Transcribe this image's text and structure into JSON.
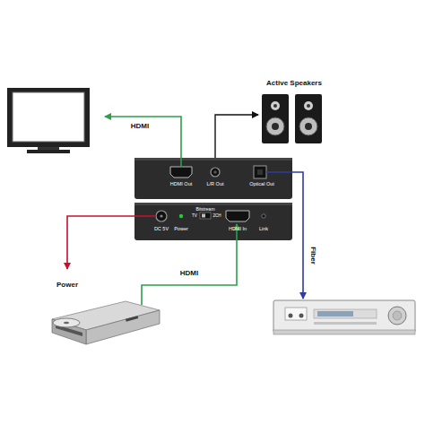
{
  "diagram": {
    "nodes": [
      {
        "text": [
          "HDMI Out",
          "L/R Out",
          "Optical Out"
        ]
      },
      {
        "text": [
          "DC 5V",
          "Power",
          "Bitstream",
          "TV",
          "2CH",
          "HDMI In",
          "Link"
        ]
      },
      {
        "text": [
          "Active Speakers"
        ]
      }
    ],
    "edges": [
      {
        "from": 0,
        "to": 2,
        "arrow": "to"
      }
    ],
    "labels": [
      "HDMI",
      "Fiber",
      "Power",
      "HDMI"
    ]
  }
}
